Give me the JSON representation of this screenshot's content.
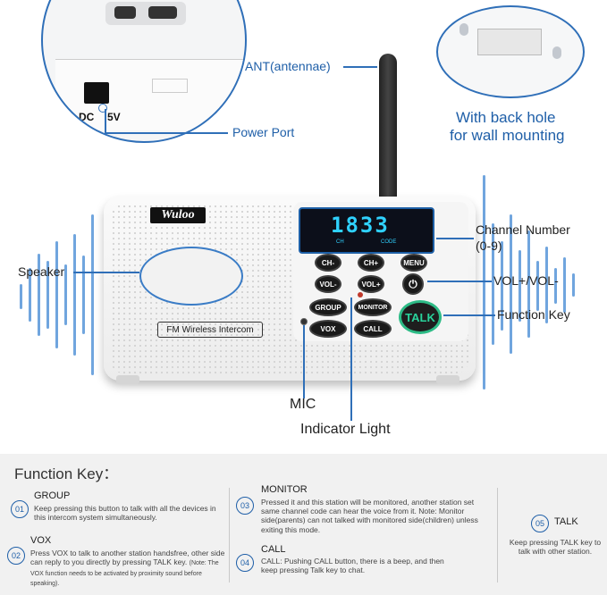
{
  "callouts": {
    "antenna": "ANT(antennae)",
    "dc": "DC",
    "volt": "5V",
    "power_port": "Power Port",
    "back_hole_line1": "With back hole",
    "back_hole_line2": "for wall mounting",
    "channel_number_line1": "Channel Number",
    "channel_number_line2": "(0-9)",
    "speaker": "Speaker",
    "vol": "VOL+/VOL-",
    "function_key": "Function Key",
    "mic": "MIC",
    "indicator_light": "Indicator Light"
  },
  "device": {
    "brand": "Wuloo",
    "model_label": "FM Wireless Intercom",
    "display_number": "1833",
    "display_ch": "CH",
    "display_code": "CODE",
    "buttons": {
      "ch_minus": "CH-",
      "ch_plus": "CH+",
      "menu": "MENU",
      "vol_minus": "VOL-",
      "vol_plus": "VOL+",
      "power": "⏻",
      "group": "GROUP",
      "monitor": "MONITOR",
      "vox": "VOX",
      "call": "CALL",
      "talk": "TALK"
    }
  },
  "function_key": {
    "title": "Function Key：",
    "items": [
      {
        "num": "01",
        "name": "GROUP",
        "desc": "Keep pressing this button to talk with all the devices in this intercom system simultaneously."
      },
      {
        "num": "02",
        "name": "VOX",
        "desc": "Press VOX to talk to another station handsfree, other side can reply to you directly by pressing TALK key.",
        "note": "(Note: The VOX function needs to be activated by proximity sound before speaking)."
      },
      {
        "num": "03",
        "name": "MONITOR",
        "desc": "Pressed it and this station will be monitored, another station set same channel code can hear the voice from it.",
        "note": "Note: Monitor side(parents) can not talked with monitored side(children) unless exiting this mode."
      },
      {
        "num": "04",
        "name": "CALL",
        "desc": "CALL: Pushing CALL button, there is a beep, and then keep pressing Talk key to chat."
      },
      {
        "num": "05",
        "name": "TALK",
        "desc": "Keep pressing TALK key to talk with other station."
      }
    ]
  },
  "colors": {
    "accent": "#1f5fa8",
    "talk_ring": "#2dbb86",
    "lcd_digits": "#2fd1ff"
  }
}
